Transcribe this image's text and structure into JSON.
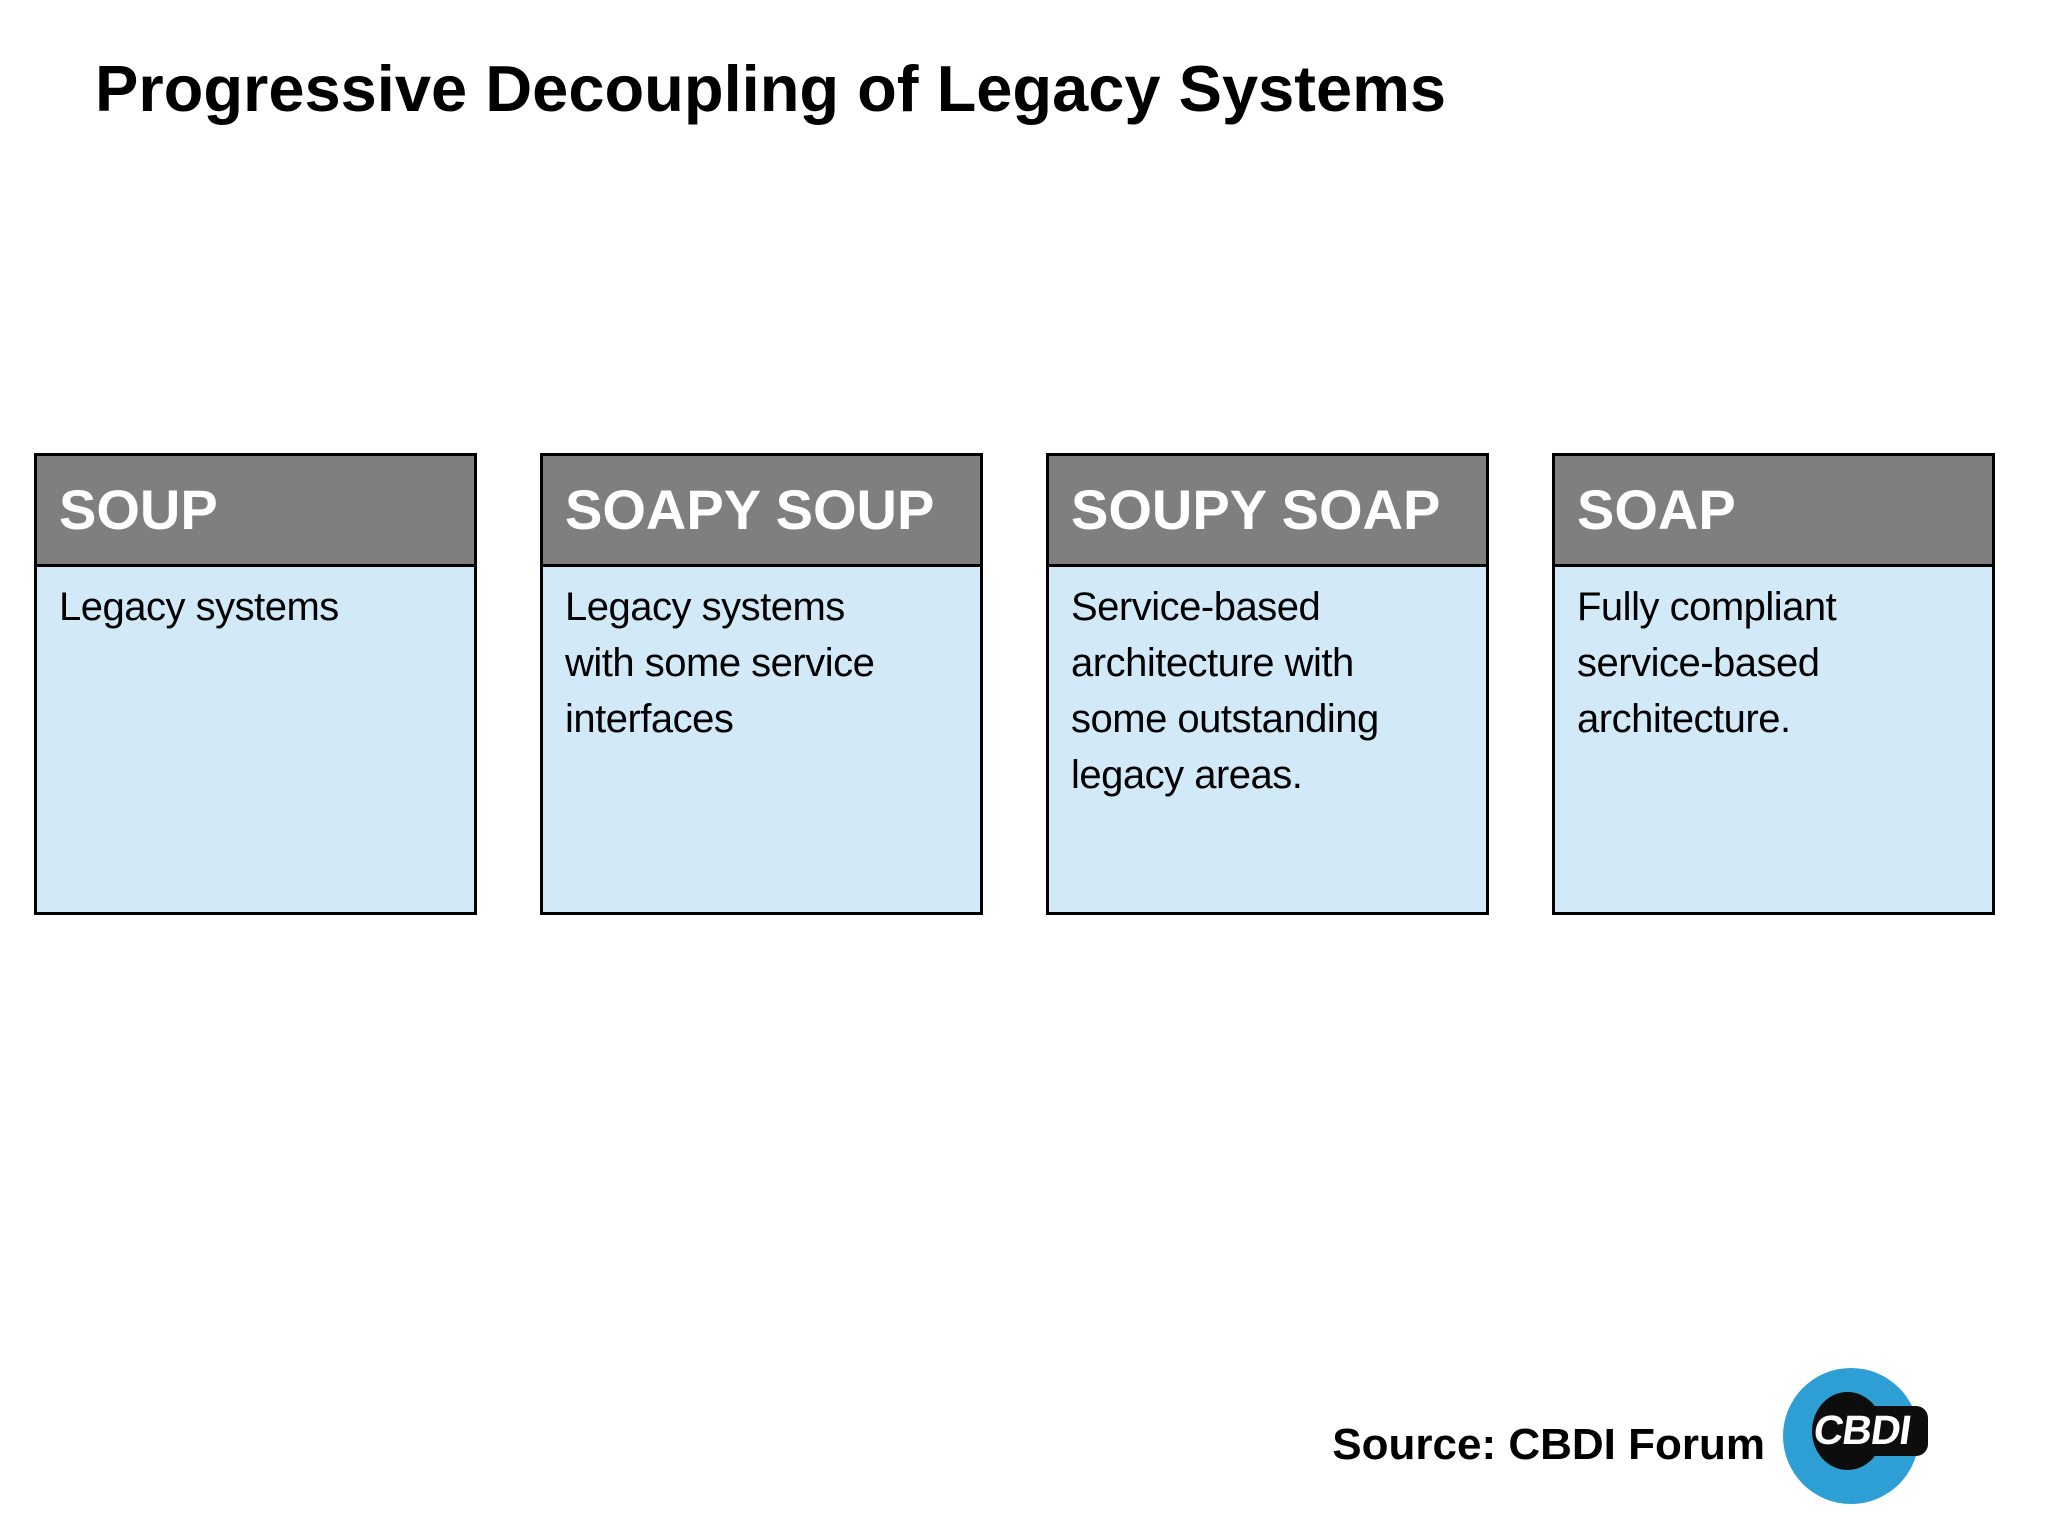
{
  "title": "Progressive Decoupling of Legacy Systems",
  "stages": [
    {
      "title": "SOUP",
      "description": "Legacy systems"
    },
    {
      "title": "SOAPY SOUP",
      "description": "Legacy systems with some service interfaces"
    },
    {
      "title": "SOUPY SOAP",
      "description": "Service-based architecture with some outstanding legacy areas."
    },
    {
      "title": "SOAP",
      "description": "Fully compliant service-based architecture."
    }
  ],
  "footer": {
    "source_label": "Source: CBDI Forum",
    "logo_text": "CBDI"
  },
  "colors": {
    "title_color": "#000000",
    "stage_header_bg": "#7f7f7f",
    "stage_body_bg": "#d2e9f8",
    "stage_border": "#000000",
    "logo_blue": "#2e9fd4",
    "logo_black": "#0d0d0d"
  }
}
